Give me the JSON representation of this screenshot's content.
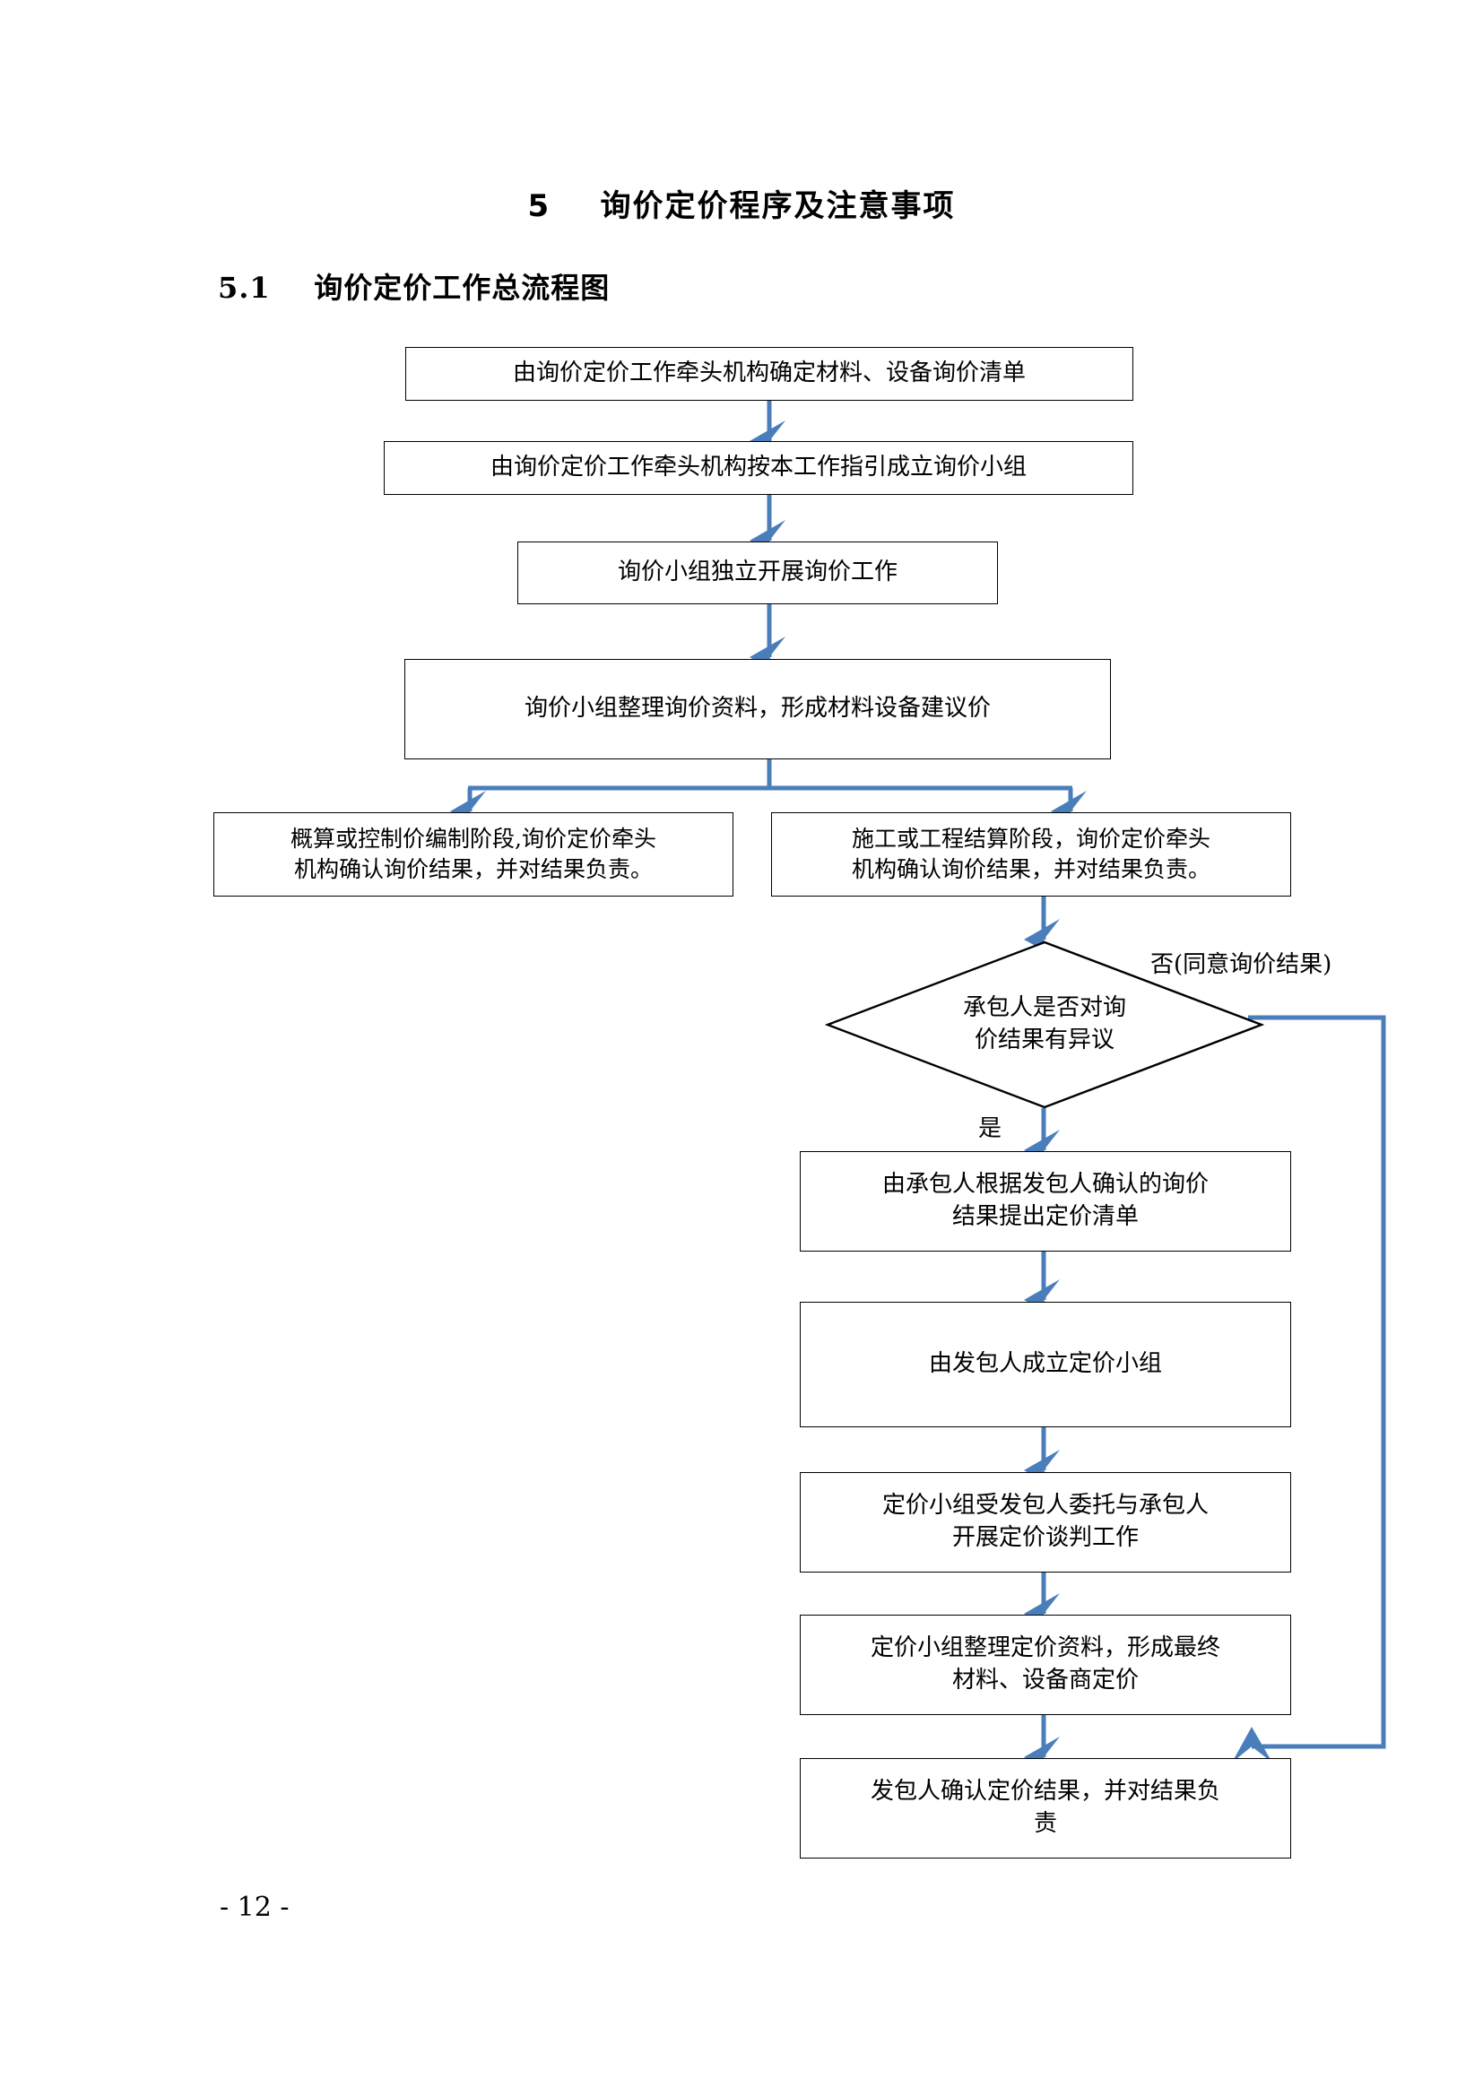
{
  "page": {
    "heading_number": "5",
    "heading_title": "5    询价定价程序及注意事项",
    "sub_heading": "5.1    询价定价工作总流程图",
    "footer": "- 12 -"
  },
  "colors": {
    "connector": "#4a7ebb",
    "node_border": "#000000",
    "text": "#000000",
    "background": "#ffffff"
  },
  "chart_data": {
    "type": "flowchart",
    "title": "询价定价工作总流程图",
    "nodes": [
      {
        "id": "n1",
        "shape": "rect",
        "text": "由询价定价工作牵头机构确定材料、设备询价清单"
      },
      {
        "id": "n2",
        "shape": "rect",
        "text": "由询价定价工作牵头机构按本工作指引成立询价小组"
      },
      {
        "id": "n3",
        "shape": "rect",
        "text": "询价小组独立开展询价工作"
      },
      {
        "id": "n4",
        "shape": "rect",
        "text": "询价小组整理询价资料，形成材料设备建议价"
      },
      {
        "id": "n5",
        "shape": "rect",
        "text": "概算或控制价编制阶段,询价定价牵头\n机构确认询价结果，并对结果负责。"
      },
      {
        "id": "n6",
        "shape": "rect",
        "text": "施工或工程结算阶段，询价定价牵头\n机构确认询价结果，并对结果负责。"
      },
      {
        "id": "d1",
        "shape": "diamond",
        "text": "承包人是否对询\n价结果有异议"
      },
      {
        "id": "n7",
        "shape": "rect",
        "text": "由承包人根据发包人确认的询价\n结果提出定价清单"
      },
      {
        "id": "n8",
        "shape": "rect",
        "text": "由发包人成立定价小组"
      },
      {
        "id": "n9",
        "shape": "rect",
        "text": "定价小组受发包人委托与承包人\n开展定价谈判工作"
      },
      {
        "id": "n10",
        "shape": "rect",
        "text": "定价小组整理定价资料，形成最终\n材料、设备商定价"
      },
      {
        "id": "n11",
        "shape": "rect",
        "text": "发包人确认定价结果，并对结果负\n责"
      }
    ],
    "edges": [
      {
        "from": "n1",
        "to": "n2",
        "label": ""
      },
      {
        "from": "n2",
        "to": "n3",
        "label": ""
      },
      {
        "from": "n3",
        "to": "n4",
        "label": ""
      },
      {
        "from": "n4",
        "to": "n5",
        "label": ""
      },
      {
        "from": "n4",
        "to": "n6",
        "label": ""
      },
      {
        "from": "n6",
        "to": "d1",
        "label": ""
      },
      {
        "from": "d1",
        "to": "n7",
        "label": "是"
      },
      {
        "from": "d1",
        "to": "n11",
        "label": "否(同意询价结果)"
      },
      {
        "from": "n7",
        "to": "n8",
        "label": ""
      },
      {
        "from": "n8",
        "to": "n9",
        "label": ""
      },
      {
        "from": "n9",
        "to": "n10",
        "label": ""
      },
      {
        "from": "n10",
        "to": "n11",
        "label": ""
      }
    ],
    "edge_labels": {
      "yes": "是",
      "no": "否(同意询价结果)"
    }
  }
}
